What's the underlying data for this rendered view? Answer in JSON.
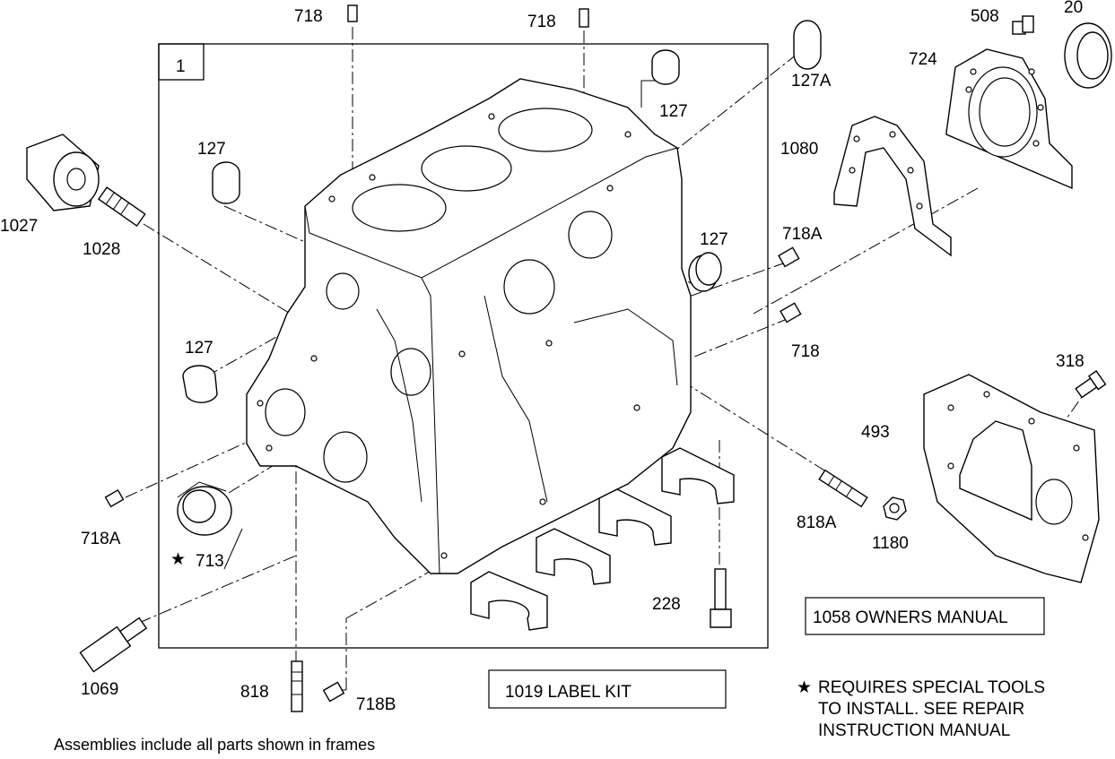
{
  "frame": {
    "number": "1"
  },
  "parts": {
    "p718_top_left": "718",
    "p718_top_mid": "718",
    "p127a": "127A",
    "p127_top": "127",
    "p127_left": "127",
    "p127_right": "127",
    "p127_lower": "127",
    "p508": "508",
    "p20": "20",
    "p724": "724",
    "p1080": "1080",
    "p1027": "1027",
    "p1028": "1028",
    "p718a_right": "718A",
    "p718_right": "718",
    "p318": "318",
    "p493": "493",
    "p718a_left": "718A",
    "p713": "713",
    "p818a": "818A",
    "p1180": "1180",
    "p228": "228",
    "p1069": "1069",
    "p818": "818",
    "p718b": "718B"
  },
  "boxes": {
    "owners_manual": "1058 OWNERS MANUAL",
    "label_kit": "1019 LABEL KIT"
  },
  "notes": {
    "star_symbol": "★",
    "special_tools_line1": "REQUIRES SPECIAL TOOLS",
    "special_tools_line2": "TO INSTALL. SEE REPAIR",
    "special_tools_line3": "INSTRUCTION MANUAL",
    "frames_note": "Assemblies include all parts shown in frames"
  }
}
